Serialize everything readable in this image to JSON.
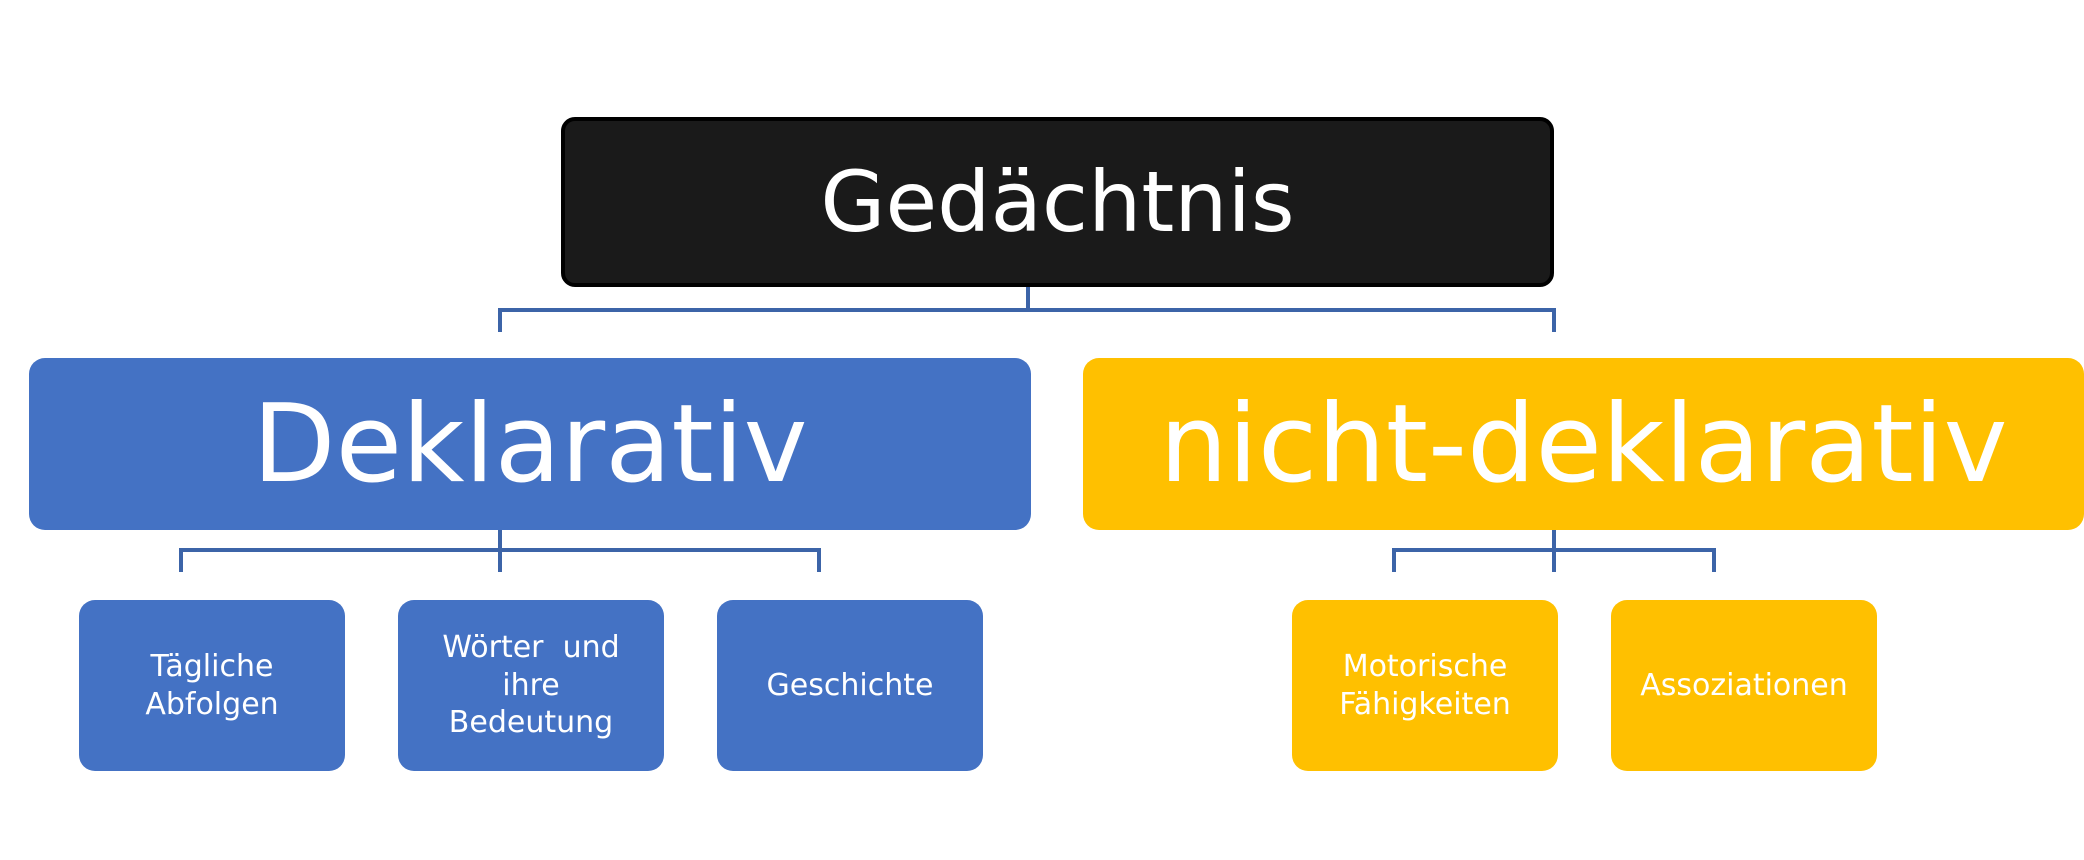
{
  "colors": {
    "root_fill": "#1a1a1a",
    "declarative_fill": "#4472c4",
    "nondeclarative_fill": "#ffc000",
    "connector": "#3c64a8",
    "text": "#ffffff"
  },
  "root": {
    "label": "Gedächtnis"
  },
  "branches": {
    "declarative": {
      "label": "Deklarativ",
      "children": [
        {
          "label": "Tägliche Abfolgen"
        },
        {
          "label": "Wörter  und ihre Bedeutung"
        },
        {
          "label": "Geschichte"
        }
      ]
    },
    "nondeclarative": {
      "label": "nicht-deklarativ",
      "children": [
        {
          "label": "Motorische Fähigkeiten"
        },
        {
          "label": "Assoziationen"
        }
      ]
    }
  }
}
